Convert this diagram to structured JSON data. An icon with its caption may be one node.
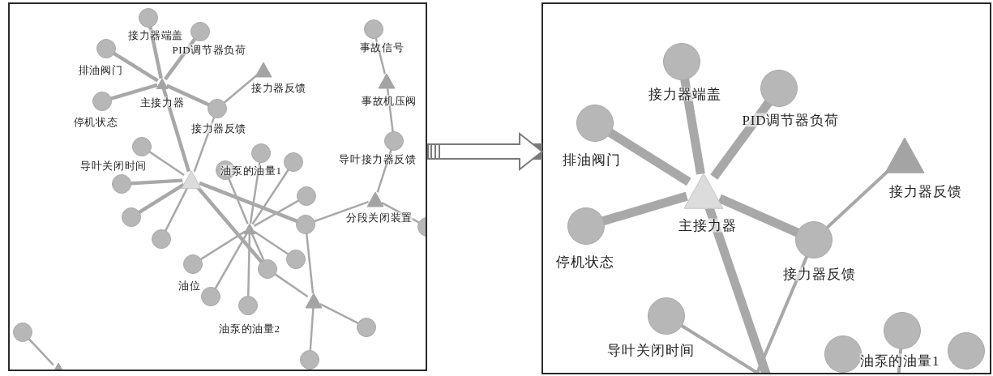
{
  "diagram": {
    "nodes": [
      {
        "text": [],
        "shape": "box"
      },
      {
        "text": [],
        "shape": "box"
      },
      {
        "text": [
          "主接力器"
        ],
        "in": 0
      },
      {
        "text": [
          "接力器端盖"
        ],
        "in": 0
      },
      {
        "text": [
          "PID调节器负荷"
        ],
        "in": 0
      },
      {
        "text": [
          "排油阀门"
        ],
        "in": 0
      },
      {
        "text": [
          "停机状态"
        ],
        "in": 0
      },
      {
        "text": [
          "接力器反馈"
        ],
        "in": 0
      },
      {
        "text": [
          "接力器反馈"
        ],
        "in": 0
      },
      {
        "text": [
          "事故信号"
        ],
        "in": 0
      },
      {
        "text": [
          "事故机压阀"
        ],
        "in": 0
      },
      {
        "text": [
          "导叶关闭时间"
        ],
        "in": 0
      },
      {
        "text": [
          "油泵的油量1"
        ],
        "in": 0
      },
      {
        "text": [
          "导叶接力器反馈"
        ],
        "in": 0
      },
      {
        "text": [],
        "shape": "triangle",
        "in": 0
      },
      {
        "text": [],
        "shape": "circle",
        "in": 0
      },
      {
        "text": [],
        "shape": "circle",
        "in": 0
      },
      {
        "text": [],
        "shape": "circle",
        "in": 0
      },
      {
        "text": [],
        "shape": "circle",
        "in": 0
      },
      {
        "text": [
          "分段关闭装置"
        ],
        "in": 0
      },
      {
        "text": [],
        "shape": "circle",
        "in": 0
      },
      {
        "text": [],
        "shape": "triangle",
        "in": 0
      },
      {
        "text": [],
        "shape": "circle",
        "in": 0
      },
      {
        "text": [],
        "shape": "circle",
        "in": 0
      },
      {
        "text": [],
        "shape": "circle",
        "in": 0
      },
      {
        "text": [],
        "shape": "circle",
        "in": 0
      },
      {
        "text": [],
        "shape": "circle",
        "in": 0
      },
      {
        "text": [
          "油位"
        ],
        "in": 0
      },
      {
        "text": [],
        "shape": "circle",
        "in": 0
      },
      {
        "text": [
          "油泵的油量2"
        ],
        "in": 0
      },
      {
        "text": [],
        "shape": "triangle",
        "in": 0
      },
      {
        "text": [],
        "shape": "circle",
        "in": 0
      },
      {
        "text": [],
        "shape": "circle",
        "in": 0
      },
      {
        "text": [],
        "shape": "circle",
        "in": 0
      },
      {
        "text": [],
        "shape": "triangle",
        "in": 0
      },
      {
        "text": [
          "接力器端盖"
        ],
        "in": 1
      },
      {
        "text": [
          "PID调节器负荷"
        ],
        "in": 1
      },
      {
        "text": [
          "排油阀门"
        ],
        "in": 1
      },
      {
        "text": [
          "接力器反馈"
        ],
        "in": 1
      },
      {
        "text": [
          "主接力器"
        ],
        "in": 1
      },
      {
        "text": [
          "停机状态"
        ],
        "in": 1
      },
      {
        "text": [
          "接力器反馈"
        ],
        "in": 1
      },
      {
        "text": [
          "导叶关闭时间"
        ],
        "in": 1
      },
      {
        "text": [
          "油泵的油量1"
        ],
        "in": 1
      },
      {
        "text": [],
        "shape": "circle",
        "in": 1
      },
      {
        "text": [],
        "shape": "circle",
        "in": 1
      }
    ],
    "edges": [
      {
        "from": 0,
        "to": 1,
        "arrow": "to",
        "style": "thick"
      },
      {
        "from": 2,
        "to": 3,
        "arrow": "none",
        "style": "thick"
      },
      {
        "from": 2,
        "to": 4,
        "arrow": "none",
        "style": "thick"
      },
      {
        "from": 2,
        "to": 5,
        "arrow": "none",
        "style": "thick"
      },
      {
        "from": 2,
        "to": 6,
        "arrow": "none",
        "style": "thick"
      },
      {
        "from": 2,
        "to": 7,
        "arrow": "none",
        "style": "thick"
      },
      {
        "from": 2,
        "to": 14,
        "arrow": "none",
        "style": "thick"
      },
      {
        "from": 7,
        "to": 8,
        "arrow": "none"
      },
      {
        "from": 7,
        "to": 14,
        "arrow": "none"
      },
      {
        "from": 9,
        "to": 10,
        "arrow": "none"
      },
      {
        "from": 10,
        "to": 13,
        "arrow": "none"
      },
      {
        "from": 13,
        "to": 19,
        "arrow": "none"
      },
      {
        "from": 19,
        "to": 22,
        "arrow": "none"
      },
      {
        "from": 19,
        "to": 23,
        "arrow": "none"
      },
      {
        "from": 14,
        "to": 11,
        "arrow": "none"
      },
      {
        "from": 14,
        "to": 17,
        "arrow": "none",
        "style": "thick"
      },
      {
        "from": 14,
        "to": 20,
        "arrow": "none",
        "style": "thick"
      },
      {
        "from": 14,
        "to": 24,
        "arrow": "none"
      },
      {
        "from": 14,
        "to": 22,
        "arrow": "none",
        "style": "thick"
      },
      {
        "from": 14,
        "to": 25,
        "arrow": "none",
        "style": "thick"
      },
      {
        "from": 21,
        "to": 15,
        "arrow": "none"
      },
      {
        "from": 21,
        "to": 12,
        "arrow": "none"
      },
      {
        "from": 21,
        "to": 16,
        "arrow": "none"
      },
      {
        "from": 21,
        "to": 18,
        "arrow": "none"
      },
      {
        "from": 21,
        "to": 26,
        "arrow": "none"
      },
      {
        "from": 21,
        "to": 27,
        "arrow": "none"
      },
      {
        "from": 21,
        "to": 28,
        "arrow": "none"
      },
      {
        "from": 21,
        "to": 29,
        "arrow": "none"
      },
      {
        "from": 21,
        "to": 25,
        "arrow": "none"
      },
      {
        "from": 22,
        "to": 30,
        "arrow": "none"
      },
      {
        "from": 25,
        "to": 30,
        "arrow": "none"
      },
      {
        "from": 30,
        "to": 31,
        "arrow": "none"
      },
      {
        "from": 30,
        "to": 33,
        "arrow": "none"
      },
      {
        "from": 32,
        "to": 34,
        "arrow": "none"
      },
      {
        "from": 39,
        "to": 35,
        "arrow": "none",
        "style": "thick"
      },
      {
        "from": 39,
        "to": 36,
        "arrow": "none",
        "style": "thick"
      },
      {
        "from": 39,
        "to": 37,
        "arrow": "none",
        "style": "thick"
      },
      {
        "from": 39,
        "to": 40,
        "arrow": "none",
        "style": "thick"
      },
      {
        "from": 39,
        "to": 41,
        "arrow": "none",
        "style": "thick"
      },
      {
        "from": 41,
        "to": 38,
        "arrow": "none"
      },
      {
        "from": 39,
        "to": null,
        "arrow": "none",
        "style": "thick"
      },
      {
        "from": 41,
        "to": null,
        "arrow": "none"
      },
      {
        "from": 42,
        "to": null,
        "arrow": "none"
      },
      {
        "from": 43,
        "to": null,
        "arrow": "none"
      }
    ]
  }
}
